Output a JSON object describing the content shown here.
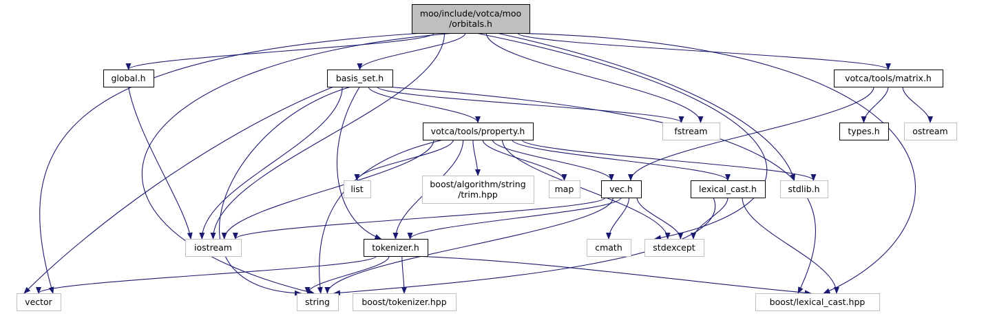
{
  "diagram": {
    "edge_color": "#191970",
    "styles": {
      "root": {
        "fill": "#bfbfbf",
        "stroke": "#000000"
      },
      "documented": {
        "fill": "#ffffff",
        "stroke": "#000000"
      },
      "system": {
        "fill": "#ffffff",
        "stroke": "#bfbfbf"
      }
    },
    "nodes": [
      {
        "id": "root",
        "lines": [
          "moo/include/votca/moo",
          "/orbitals.h"
        ],
        "kind": "root"
      },
      {
        "id": "global",
        "lines": [
          "global.h"
        ],
        "kind": "documented"
      },
      {
        "id": "basis",
        "lines": [
          "basis_set.h"
        ],
        "kind": "documented"
      },
      {
        "id": "matrix",
        "lines": [
          "votca/tools/matrix.h"
        ],
        "kind": "documented"
      },
      {
        "id": "fstream",
        "lines": [
          "fstream"
        ],
        "kind": "system"
      },
      {
        "id": "types",
        "lines": [
          "types.h"
        ],
        "kind": "documented"
      },
      {
        "id": "ostream",
        "lines": [
          "ostream"
        ],
        "kind": "system"
      },
      {
        "id": "property",
        "lines": [
          "votca/tools/property.h"
        ],
        "kind": "documented"
      },
      {
        "id": "list",
        "lines": [
          "list"
        ],
        "kind": "system"
      },
      {
        "id": "trim",
        "lines": [
          "boost/algorithm/string",
          "/trim.hpp"
        ],
        "kind": "system"
      },
      {
        "id": "map",
        "lines": [
          "map"
        ],
        "kind": "system"
      },
      {
        "id": "vec",
        "lines": [
          "vec.h"
        ],
        "kind": "documented"
      },
      {
        "id": "lexical",
        "lines": [
          "lexical_cast.h"
        ],
        "kind": "documented"
      },
      {
        "id": "stdlib",
        "lines": [
          "stdlib.h"
        ],
        "kind": "system"
      },
      {
        "id": "iostream",
        "lines": [
          "iostream"
        ],
        "kind": "system"
      },
      {
        "id": "tokenizer",
        "lines": [
          "tokenizer.h"
        ],
        "kind": "documented"
      },
      {
        "id": "cmath",
        "lines": [
          "cmath"
        ],
        "kind": "system"
      },
      {
        "id": "stdexcept",
        "lines": [
          "stdexcept"
        ],
        "kind": "system"
      },
      {
        "id": "vector",
        "lines": [
          "vector"
        ],
        "kind": "system"
      },
      {
        "id": "string",
        "lines": [
          "string"
        ],
        "kind": "system"
      },
      {
        "id": "boosttok",
        "lines": [
          "boost/tokenizer.hpp"
        ],
        "kind": "system"
      },
      {
        "id": "boostlex",
        "lines": [
          "boost/lexical_cast.hpp"
        ],
        "kind": "system"
      }
    ],
    "edges": [
      {
        "from": "root",
        "to": "global"
      },
      {
        "from": "root",
        "to": "basis"
      },
      {
        "from": "root",
        "to": "matrix"
      },
      {
        "from": "root",
        "to": "fstream"
      },
      {
        "from": "root",
        "to": "stdlib"
      },
      {
        "from": "root",
        "to": "iostream"
      },
      {
        "from": "root",
        "to": "stdexcept"
      },
      {
        "from": "root",
        "to": "vector"
      },
      {
        "from": "root",
        "to": "string"
      },
      {
        "from": "root",
        "to": "boostlex"
      },
      {
        "from": "global",
        "to": "iostream"
      },
      {
        "from": "basis",
        "to": "property"
      },
      {
        "from": "basis",
        "to": "fstream"
      },
      {
        "from": "basis",
        "to": "iostream"
      },
      {
        "from": "basis",
        "to": "tokenizer"
      },
      {
        "from": "basis",
        "to": "vector"
      },
      {
        "from": "basis",
        "to": "string"
      },
      {
        "from": "basis",
        "to": "boostlex"
      },
      {
        "from": "matrix",
        "to": "types"
      },
      {
        "from": "matrix",
        "to": "ostream"
      },
      {
        "from": "matrix",
        "to": "vec"
      },
      {
        "from": "property",
        "to": "list"
      },
      {
        "from": "property",
        "to": "trim"
      },
      {
        "from": "property",
        "to": "map"
      },
      {
        "from": "property",
        "to": "vec"
      },
      {
        "from": "property",
        "to": "lexical"
      },
      {
        "from": "property",
        "to": "stdlib"
      },
      {
        "from": "property",
        "to": "iostream"
      },
      {
        "from": "property",
        "to": "tokenizer"
      },
      {
        "from": "property",
        "to": "stdexcept"
      },
      {
        "from": "property",
        "to": "string"
      },
      {
        "from": "vec",
        "to": "iostream"
      },
      {
        "from": "vec",
        "to": "tokenizer"
      },
      {
        "from": "vec",
        "to": "cmath"
      },
      {
        "from": "vec",
        "to": "stdexcept"
      },
      {
        "from": "vec",
        "to": "string"
      },
      {
        "from": "lexical",
        "to": "stdexcept"
      },
      {
        "from": "lexical",
        "to": "boostlex"
      },
      {
        "from": "lexical",
        "to": "string"
      },
      {
        "from": "tokenizer",
        "to": "vector"
      },
      {
        "from": "tokenizer",
        "to": "string"
      },
      {
        "from": "tokenizer",
        "to": "boosttok"
      },
      {
        "from": "tokenizer",
        "to": "boostlex"
      }
    ]
  }
}
